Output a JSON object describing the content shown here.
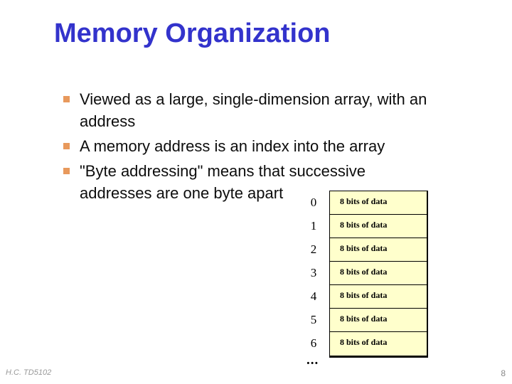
{
  "slide": {
    "title": "Memory Organization",
    "bullets": [
      "Viewed as a large, single-dimension array, with an\naddress",
      "A memory address is an index into the array",
      "\"Byte addressing\" means that successive\naddresses are one byte apart"
    ],
    "memory_diagram": {
      "rows": [
        {
          "address": "0",
          "data": "8 bits of data"
        },
        {
          "address": "1",
          "data": "8 bits of data"
        },
        {
          "address": "2",
          "data": "8 bits of data"
        },
        {
          "address": "3",
          "data": "8 bits of data"
        },
        {
          "address": "4",
          "data": "8 bits of data"
        },
        {
          "address": "5",
          "data": "8 bits of data"
        },
        {
          "address": "6",
          "data": "8 bits of data"
        }
      ],
      "ellipsis": "..."
    },
    "footer": {
      "author": "H.C. TD5102",
      "page_number": "8"
    },
    "colors": {
      "title": "#3333CC",
      "bullet_marker": "#E8995C",
      "memory_cell_fill": "#FFFFCC"
    }
  }
}
